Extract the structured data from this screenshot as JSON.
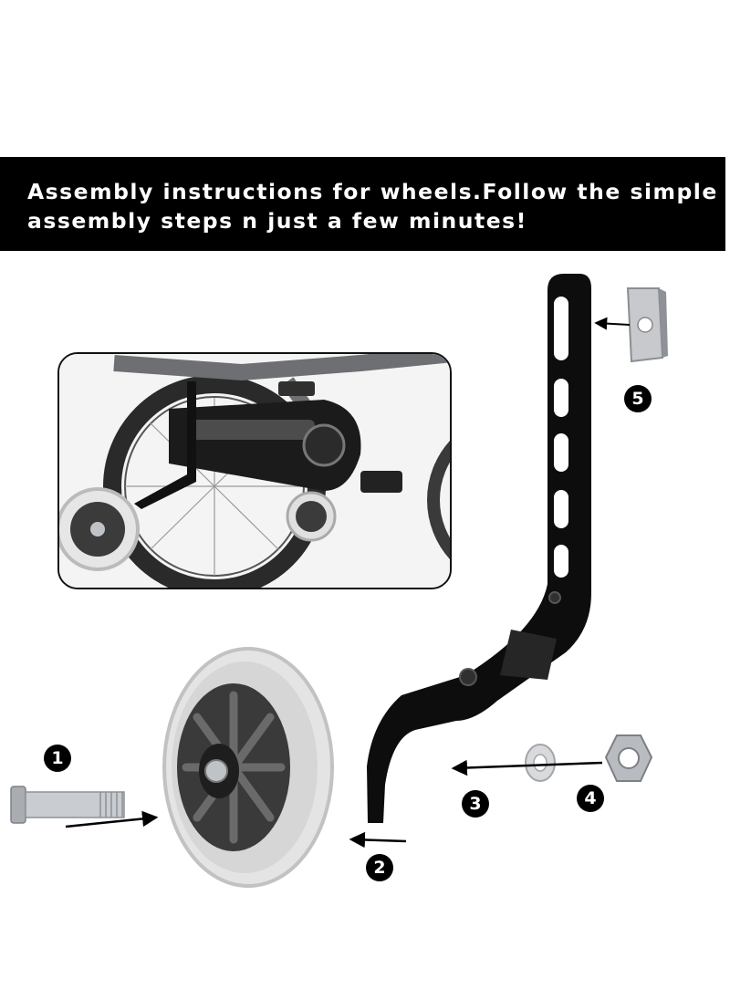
{
  "banner": {
    "line1": "Assembly instructions for wheels.Follow the simple",
    "line2": "assembly steps n just a few minutes!"
  },
  "steps": [
    {
      "number": "1",
      "part": "axle-bolt"
    },
    {
      "number": "2",
      "part": "wheel"
    },
    {
      "number": "3",
      "part": "washer"
    },
    {
      "number": "4",
      "part": "hex-nut"
    },
    {
      "number": "5",
      "part": "mounting-plate"
    }
  ],
  "colors": {
    "banner_bg": "#000000",
    "banner_text": "#ffffff",
    "bracket": "#0d0d0d",
    "wheel_tire": "#dcdcdc",
    "hub": "#3a3a3a",
    "metal": "#bfc3c7"
  }
}
